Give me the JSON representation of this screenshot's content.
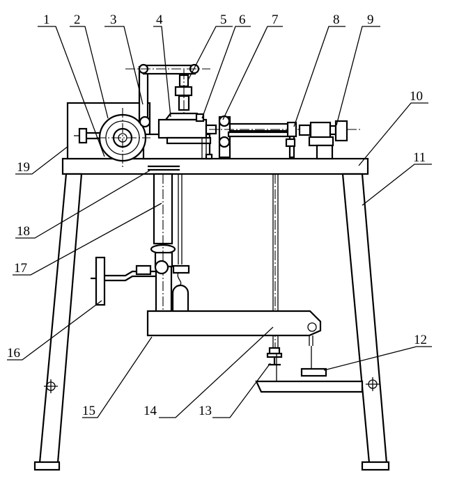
{
  "diagram": {
    "part_labels": [
      "1",
      "2",
      "3",
      "4",
      "5",
      "6",
      "7",
      "8",
      "9",
      "10",
      "11",
      "12",
      "13",
      "14",
      "15",
      "16",
      "17",
      "18",
      "19"
    ]
  }
}
